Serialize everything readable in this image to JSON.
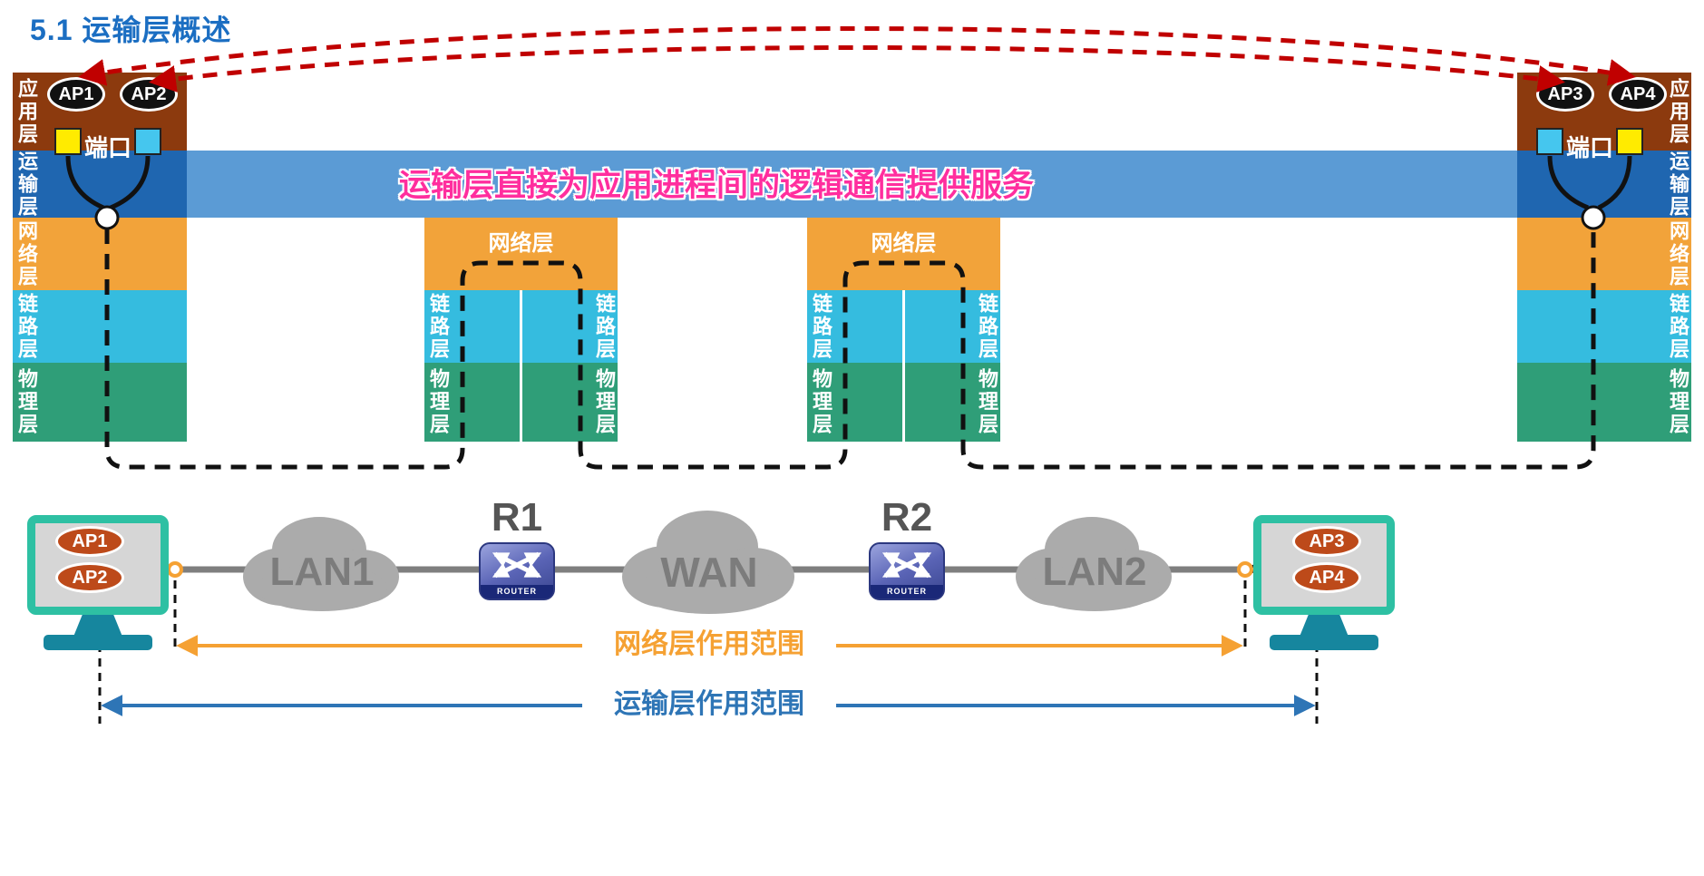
{
  "title": "5.1 运输层概述",
  "banner": {
    "text": "运输层直接为应用进程间的逻辑通信提供服务"
  },
  "layers": {
    "app": "应用层",
    "transport": "运输层",
    "network": "网络层",
    "link": "链路层",
    "physical": "物理层"
  },
  "port_label": "端口",
  "top_hosts": {
    "left": {
      "ap1": "AP1",
      "ap2": "AP2"
    },
    "right": {
      "ap1": "AP3",
      "ap2": "AP4"
    }
  },
  "bottom": {
    "left_host": {
      "ap1": "AP1",
      "ap2": "AP2"
    },
    "right_host": {
      "ap1": "AP3",
      "ap2": "AP4"
    },
    "clouds": {
      "lan1": "LAN1",
      "wan": "WAN",
      "lan2": "LAN2"
    },
    "routers": {
      "r1": "R1",
      "r2": "R2",
      "device_label": "ROUTER"
    },
    "scopes": {
      "network": "网络层作用范围",
      "transport": "运输层作用范围"
    }
  },
  "colors": {
    "title": "#1B6EC2",
    "app_layer": "#8C3A0E",
    "transport_layer": "#1F66B0",
    "transport_band": "#5B9BD5",
    "network_layer": "#F2A33A",
    "link_layer": "#35BCDF",
    "physical_layer": "#2F9E78",
    "banner_text": "#FF2E9E",
    "logical_arrow": "#C00000",
    "port_yellow": "#FFEB00",
    "port_cyan": "#45C6EE",
    "scope_network": "#F5A133",
    "scope_transport": "#2E75B6",
    "ap_oval": "#BD4A1A",
    "monitor_frame": "#2EC0A3",
    "monitor_stand": "#16869E",
    "cloud_fill": "#ABABAB",
    "cloud_text": "#7C7C7C"
  }
}
